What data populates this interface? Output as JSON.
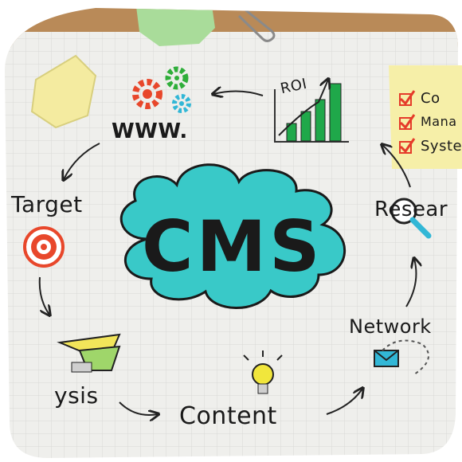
{
  "center": {
    "title": "CMS"
  },
  "labels": {
    "www": "WWW.",
    "roi": "ROI",
    "target": "Target",
    "research": "Resear",
    "network": "Network",
    "content": "Content",
    "analysis": "ysis"
  },
  "sticky_note": {
    "items": [
      "Co",
      "Mana",
      "Syste"
    ]
  },
  "colors": {
    "cloud": "#39c9c8",
    "paper": "#efefec",
    "grid": "#dcdcdc",
    "sticky": "#f6efa8",
    "check": "#e53b2a",
    "bars": "#1fa84a",
    "gear_red": "#e8472b",
    "gear_green": "#2fae3a",
    "gear_blue": "#32b7d6",
    "bulb": "#f1e63c"
  }
}
